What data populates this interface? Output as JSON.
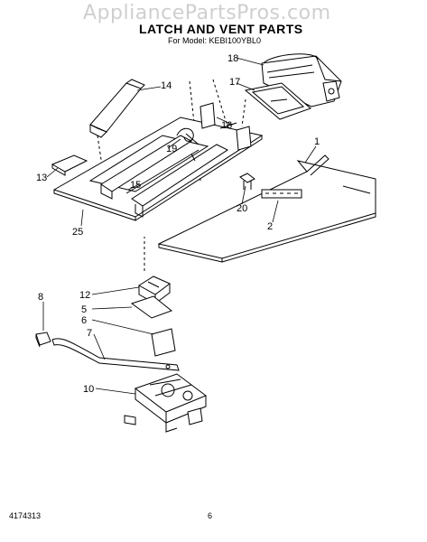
{
  "watermark": "AppliancePartsPros.com",
  "header": {
    "title": "LATCH AND VENT PARTS",
    "model_line": "For Model: KEBI100YBL0"
  },
  "callouts": [
    "18",
    "17",
    "14",
    "16",
    "1",
    "19",
    "13",
    "15",
    "25",
    "20",
    "2",
    "12",
    "5",
    "6",
    "8",
    "7",
    "10"
  ],
  "footer": {
    "doc_number": "4174313",
    "page_number": "6"
  }
}
